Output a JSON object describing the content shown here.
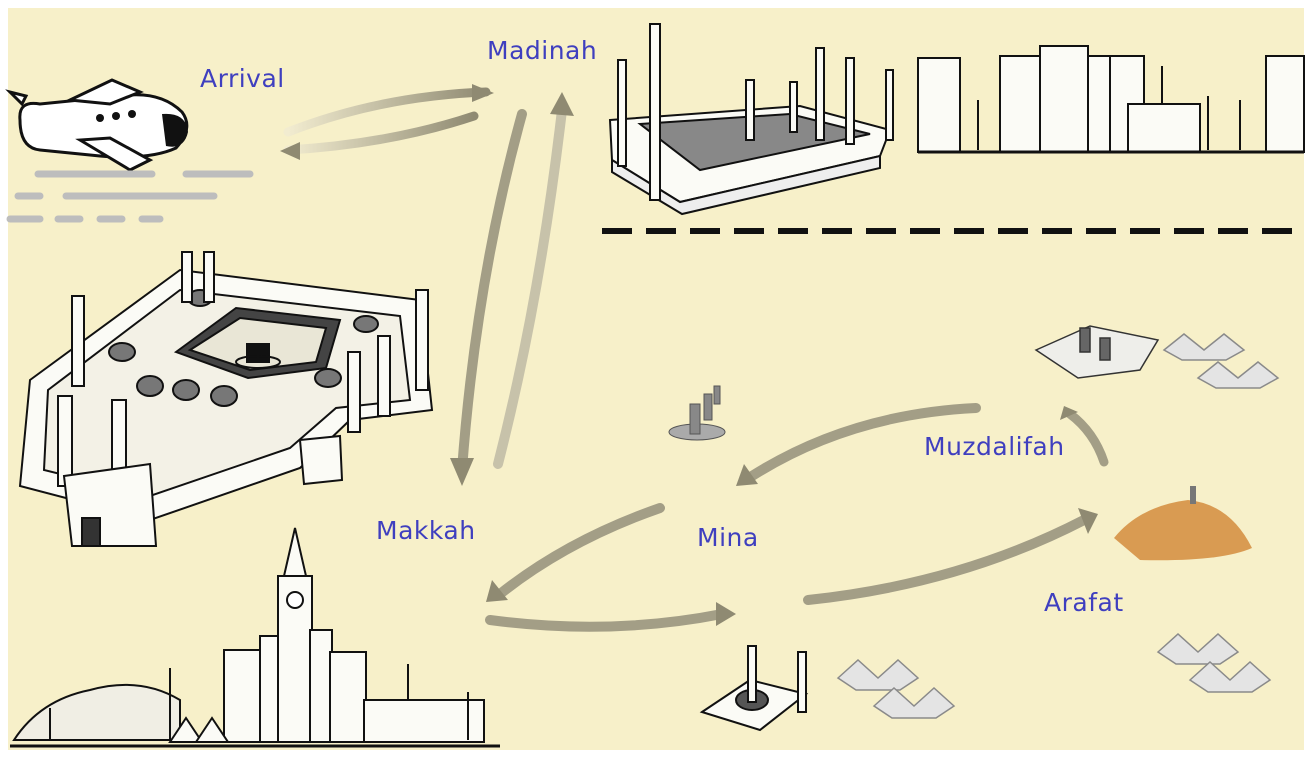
{
  "colors": {
    "background": "#f7f0c9",
    "label": "#3f3fbf",
    "arrow": "#8f8a72",
    "ink": "#1a1a1a",
    "divider": "#111111",
    "hill": "#d99b52",
    "tent": "#c7c7c7"
  },
  "labels": {
    "arrival": "Arrival",
    "madinah": "Madinah",
    "makkah": "Makkah",
    "mina": "Mina",
    "muzdalifah": "Muzdalifah",
    "arafat": "Arafat"
  },
  "icons": [
    "airplane-icon",
    "grand-mosque-makkah-illustration",
    "clock-tower-skyline-illustration",
    "prophets-mosque-illustration",
    "madinah-skyline-illustration",
    "jamarat-pillars-icon",
    "mina-mosque-icon",
    "tent-cluster-icon",
    "mount-arafat-icon",
    "muzdalifah-building-icon"
  ]
}
